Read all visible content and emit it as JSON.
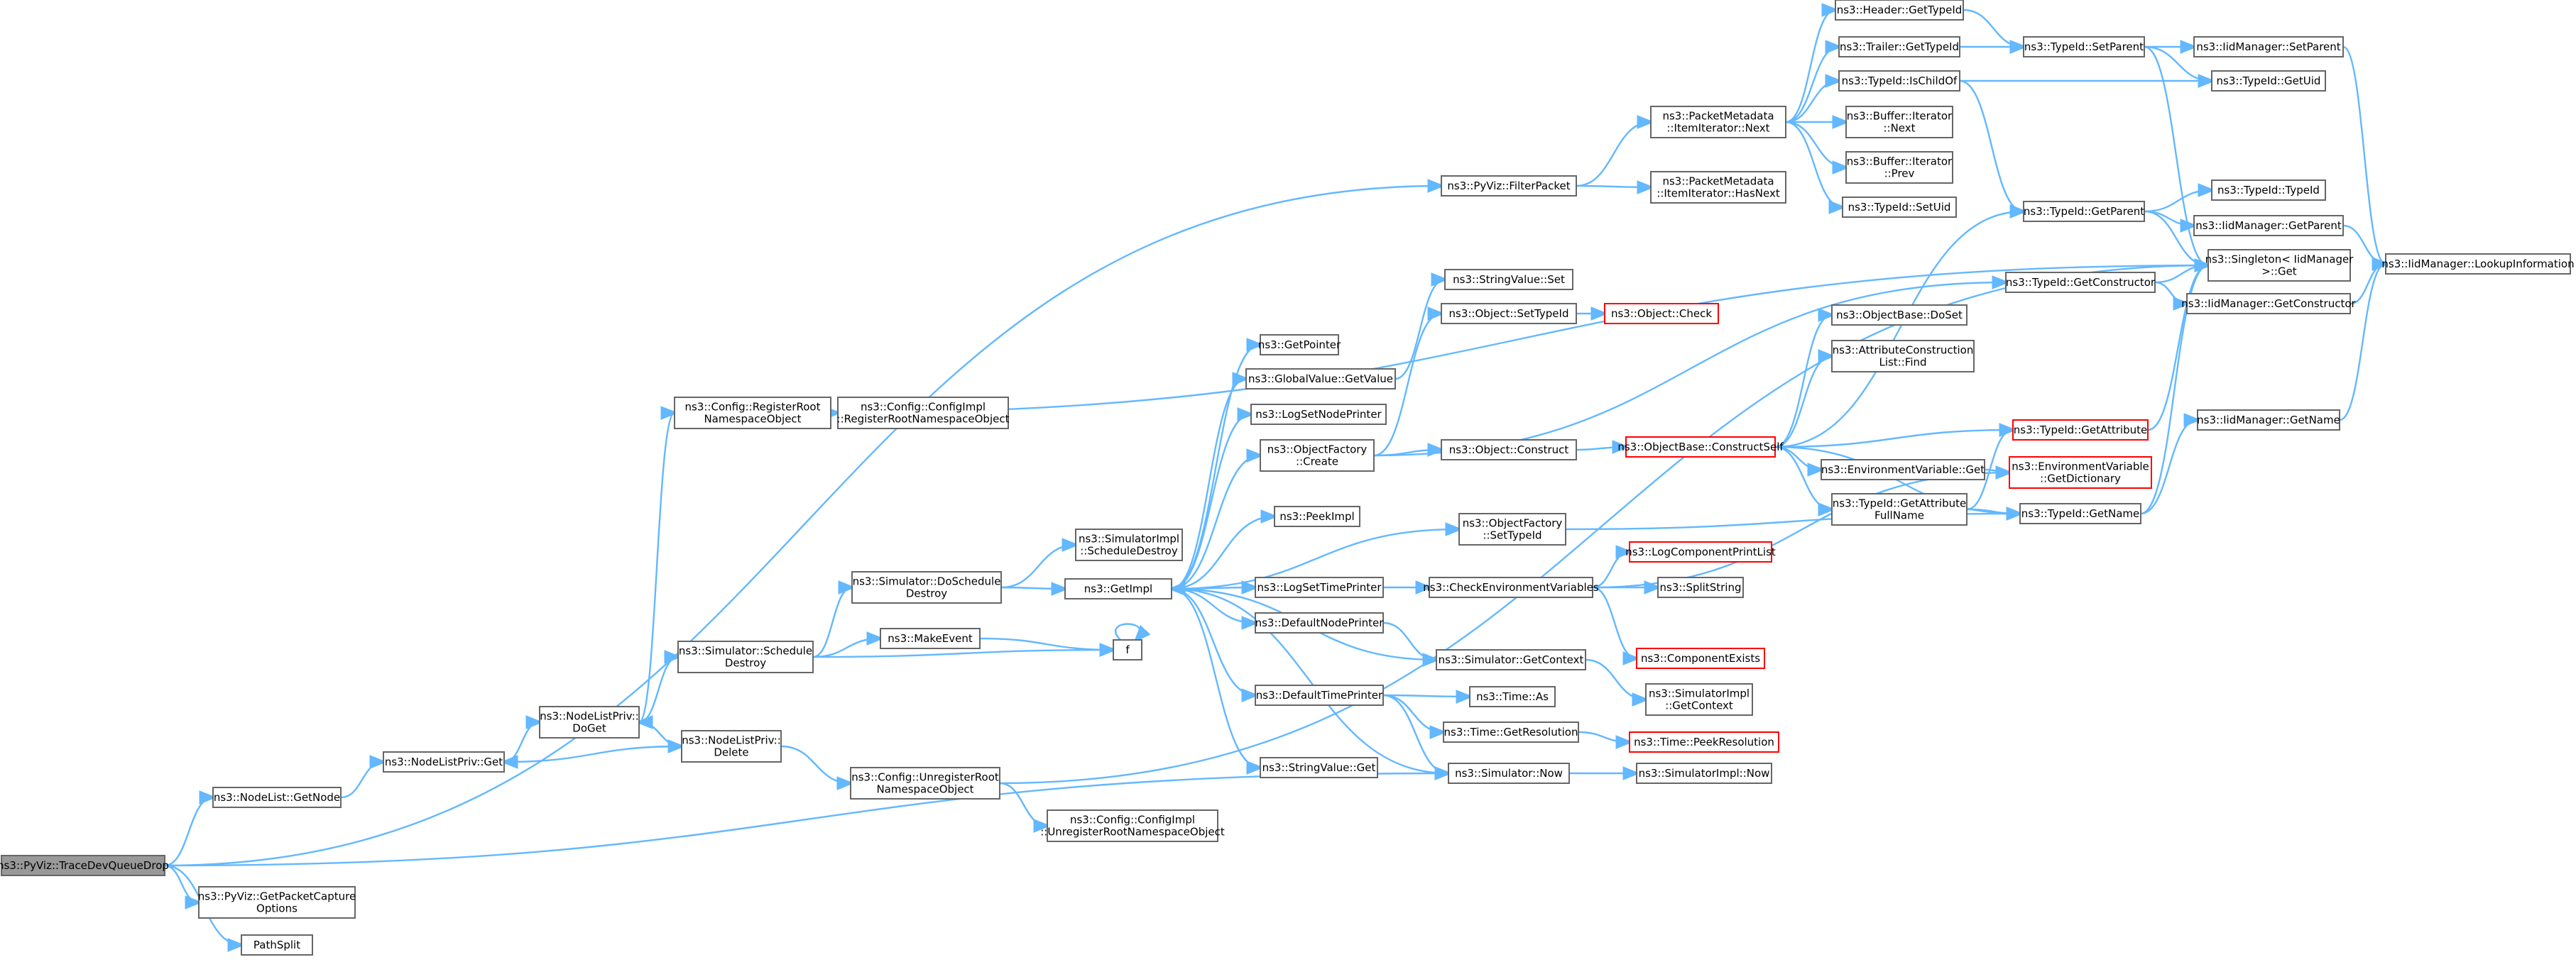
{
  "nodes": [
    {
      "id": "root",
      "lines": [
        "ns3::PyViz::TraceDevQueueDrop"
      ],
      "style": "root"
    },
    {
      "id": "getnode",
      "lines": [
        "ns3::NodeList::GetNode"
      ]
    },
    {
      "id": "getcapture",
      "lines": [
        "ns3::PyViz::GetPacketCapture",
        "Options"
      ]
    },
    {
      "id": "pathsplit",
      "lines": [
        "PathSplit"
      ]
    },
    {
      "id": "nlp_get",
      "lines": [
        "ns3::NodeListPriv::Get"
      ]
    },
    {
      "id": "nlp_doget",
      "lines": [
        "ns3::NodeListPriv::",
        "DoGet"
      ]
    },
    {
      "id": "nlp_delete",
      "lines": [
        "ns3::NodeListPriv::",
        "Delete"
      ]
    },
    {
      "id": "cfg_register",
      "lines": [
        "ns3::Config::RegisterRoot",
        "NamespaceObject"
      ]
    },
    {
      "id": "cfgimpl_register",
      "lines": [
        "ns3::Config::ConfigImpl",
        "::RegisterRootNamespaceObject"
      ]
    },
    {
      "id": "sim_schedule",
      "lines": [
        "ns3::Simulator::Schedule",
        "Destroy"
      ]
    },
    {
      "id": "sim_doschedule",
      "lines": [
        "ns3::Simulator::DoSchedule",
        "Destroy"
      ]
    },
    {
      "id": "makeevent",
      "lines": [
        "ns3::MakeEvent"
      ]
    },
    {
      "id": "f",
      "lines": [
        "f"
      ]
    },
    {
      "id": "cfg_unregister",
      "lines": [
        "ns3::Config::UnregisterRoot",
        "NamespaceObject"
      ]
    },
    {
      "id": "cfgimpl_unregister",
      "lines": [
        "ns3::Config::ConfigImpl",
        "::UnregisterRootNamespaceObject"
      ]
    },
    {
      "id": "simimpl_sched",
      "lines": [
        "ns3::SimulatorImpl",
        "::ScheduleDestroy"
      ]
    },
    {
      "id": "getimpl",
      "lines": [
        "ns3::GetImpl"
      ]
    },
    {
      "id": "getpointer",
      "lines": [
        "ns3::GetPointer"
      ]
    },
    {
      "id": "gv_getvalue",
      "lines": [
        "ns3::GlobalValue::GetValue"
      ]
    },
    {
      "id": "logsetnode",
      "lines": [
        "ns3::LogSetNodePrinter"
      ]
    },
    {
      "id": "objfactory_create",
      "lines": [
        "ns3::ObjectFactory",
        "::Create"
      ]
    },
    {
      "id": "peekimpl",
      "lines": [
        "ns3::PeekImpl"
      ]
    },
    {
      "id": "logsettime",
      "lines": [
        "ns3::LogSetTimePrinter"
      ]
    },
    {
      "id": "defnodeprinter",
      "lines": [
        "ns3::DefaultNodePrinter"
      ]
    },
    {
      "id": "deftimeprinter",
      "lines": [
        "ns3::DefaultTimePrinter"
      ]
    },
    {
      "id": "stringvalue_get",
      "lines": [
        "ns3::StringValue::Get"
      ]
    },
    {
      "id": "stringvalue_set",
      "lines": [
        "ns3::StringValue::Set"
      ]
    },
    {
      "id": "obj_settypeid",
      "lines": [
        "ns3::Object::SetTypeId"
      ]
    },
    {
      "id": "obj_check",
      "lines": [
        "ns3::Object::Check"
      ],
      "style": "red"
    },
    {
      "id": "obj_construct",
      "lines": [
        "ns3::Object::Construct"
      ]
    },
    {
      "id": "objfactory_settypeid",
      "lines": [
        "ns3::ObjectFactory",
        "::SetTypeId"
      ]
    },
    {
      "id": "checkenv",
      "lines": [
        "ns3::CheckEnvironmentVariables"
      ]
    },
    {
      "id": "sim_getcontext",
      "lines": [
        "ns3::Simulator::GetContext"
      ]
    },
    {
      "id": "time_as",
      "lines": [
        "ns3::Time::As"
      ]
    },
    {
      "id": "time_getres",
      "lines": [
        "ns3::Time::GetResolution"
      ]
    },
    {
      "id": "sim_now",
      "lines": [
        "ns3::Simulator::Now"
      ]
    },
    {
      "id": "logcompprint",
      "lines": [
        "ns3::LogComponentPrintList"
      ],
      "style": "red"
    },
    {
      "id": "splitstring",
      "lines": [
        "ns3::SplitString"
      ]
    },
    {
      "id": "compexists",
      "lines": [
        "ns3::ComponentExists"
      ],
      "style": "red"
    },
    {
      "id": "simimpl_getctx",
      "lines": [
        "ns3::SimulatorImpl",
        "::GetContext"
      ]
    },
    {
      "id": "time_peekres",
      "lines": [
        "ns3::Time::PeekResolution"
      ],
      "style": "red"
    },
    {
      "id": "simimpl_now",
      "lines": [
        "ns3::SimulatorImpl::Now"
      ]
    },
    {
      "id": "objbase_construct",
      "lines": [
        "ns3::ObjectBase::ConstructSelf"
      ],
      "style": "red"
    },
    {
      "id": "objbase_doset",
      "lines": [
        "ns3::ObjectBase::DoSet"
      ]
    },
    {
      "id": "attrconst_find",
      "lines": [
        "ns3::AttributeConstruction",
        "List::Find"
      ]
    },
    {
      "id": "envvar_get",
      "lines": [
        "ns3::EnvironmentVariable::Get"
      ]
    },
    {
      "id": "typeid_getattrfull",
      "lines": [
        "ns3::TypeId::GetAttribute",
        "FullName"
      ]
    },
    {
      "id": "pyviz_filter",
      "lines": [
        "ns3::PyViz::FilterPacket"
      ]
    },
    {
      "id": "pm_next",
      "lines": [
        "ns3::PacketMetadata",
        "::ItemIterator::Next"
      ]
    },
    {
      "id": "pm_hasnext",
      "lines": [
        "ns3::PacketMetadata",
        "::ItemIterator::HasNext"
      ]
    },
    {
      "id": "header_gettypeid",
      "lines": [
        "ns3::Header::GetTypeId"
      ]
    },
    {
      "id": "trailer_gettypeid",
      "lines": [
        "ns3::Trailer::GetTypeId"
      ]
    },
    {
      "id": "typeid_ischildof",
      "lines": [
        "ns3::TypeId::IsChildOf"
      ]
    },
    {
      "id": "buffer_next",
      "lines": [
        "ns3::Buffer::Iterator",
        "::Next"
      ]
    },
    {
      "id": "buffer_prev",
      "lines": [
        "ns3::Buffer::Iterator",
        "::Prev"
      ]
    },
    {
      "id": "typeid_setuid",
      "lines": [
        "ns3::TypeId::SetUid"
      ]
    },
    {
      "id": "typeid_setparent",
      "lines": [
        "ns3::TypeId::SetParent"
      ]
    },
    {
      "id": "typeid_getparent",
      "lines": [
        "ns3::TypeId::GetParent"
      ]
    },
    {
      "id": "typeid_getconstructor",
      "lines": [
        "ns3::TypeId::GetConstructor"
      ]
    },
    {
      "id": "typeid_getattribute",
      "lines": [
        "ns3::TypeId::GetAttribute"
      ],
      "style": "red"
    },
    {
      "id": "envvar_getdict",
      "lines": [
        "ns3::EnvironmentVariable",
        "::GetDictionary"
      ],
      "style": "red"
    },
    {
      "id": "typeid_getname",
      "lines": [
        "ns3::TypeId::GetName"
      ]
    },
    {
      "id": "singleton_get",
      "lines": [
        "ns3::Singleton< IidManager",
        " >::Get"
      ]
    },
    {
      "id": "iid_setparent",
      "lines": [
        "ns3::IidManager::SetParent"
      ]
    },
    {
      "id": "typeid_getuid",
      "lines": [
        "ns3::TypeId::GetUid"
      ]
    },
    {
      "id": "typeid_typeid",
      "lines": [
        "ns3::TypeId::TypeId"
      ]
    },
    {
      "id": "iid_getparent",
      "lines": [
        "ns3::IidManager::GetParent"
      ]
    },
    {
      "id": "iid_getconstructor",
      "lines": [
        "ns3::IidManager::GetConstructor"
      ]
    },
    {
      "id": "iid_getname",
      "lines": [
        "ns3::IidManager::GetName"
      ]
    },
    {
      "id": "iid_lookup",
      "lines": [
        "ns3::IidManager::LookupInformation"
      ]
    }
  ],
  "edges": [
    [
      "root",
      "getnode"
    ],
    [
      "root",
      "getcapture"
    ],
    [
      "root",
      "pathsplit"
    ],
    [
      "root",
      "pyviz_filter"
    ],
    [
      "root",
      "sim_now"
    ],
    [
      "getnode",
      "nlp_get"
    ],
    [
      "nlp_get",
      "nlp_doget"
    ],
    [
      "nlp_doget",
      "cfg_register"
    ],
    [
      "nlp_doget",
      "sim_schedule"
    ],
    [
      "nlp_doget",
      "nlp_delete"
    ],
    [
      "nlp_delete",
      "nlp_doget"
    ],
    [
      "nlp_delete",
      "nlp_get"
    ],
    [
      "nlp_delete",
      "cfg_unregister"
    ],
    [
      "cfg_register",
      "cfgimpl_register"
    ],
    [
      "cfg_register",
      "singleton_get"
    ],
    [
      "sim_schedule",
      "sim_doschedule"
    ],
    [
      "sim_schedule",
      "makeevent"
    ],
    [
      "sim_schedule",
      "f"
    ],
    [
      "sim_doschedule",
      "simimpl_sched"
    ],
    [
      "sim_doschedule",
      "getimpl"
    ],
    [
      "makeevent",
      "f"
    ],
    [
      "f",
      "f"
    ],
    [
      "cfg_unregister",
      "cfgimpl_unregister"
    ],
    [
      "cfg_unregister",
      "singleton_get"
    ],
    [
      "getimpl",
      "getpointer"
    ],
    [
      "getimpl",
      "gv_getvalue"
    ],
    [
      "getimpl",
      "logsetnode"
    ],
    [
      "getimpl",
      "objfactory_create"
    ],
    [
      "getimpl",
      "peekimpl"
    ],
    [
      "getimpl",
      "objfactory_settypeid"
    ],
    [
      "getimpl",
      "logsettime"
    ],
    [
      "getimpl",
      "defnodeprinter"
    ],
    [
      "getimpl",
      "deftimeprinter"
    ],
    [
      "getimpl",
      "stringvalue_get"
    ],
    [
      "gv_getvalue",
      "stringvalue_set"
    ],
    [
      "objfactory_create",
      "obj_settypeid"
    ],
    [
      "objfactory_create",
      "obj_construct"
    ],
    [
      "objfactory_create",
      "typeid_getconstructor"
    ],
    [
      "obj_settypeid",
      "obj_check"
    ],
    [
      "obj_construct",
      "objbase_construct"
    ],
    [
      "objfactory_settypeid",
      "typeid_getname"
    ],
    [
      "logsettime",
      "checkenv"
    ],
    [
      "checkenv",
      "logcompprint"
    ],
    [
      "checkenv",
      "splitstring"
    ],
    [
      "checkenv",
      "compexists"
    ],
    [
      "checkenv",
      "envvar_getdict"
    ],
    [
      "defnodeprinter",
      "sim_getcontext"
    ],
    [
      "sim_getcontext",
      "simimpl_getctx"
    ],
    [
      "sim_getcontext",
      "getimpl"
    ],
    [
      "deftimeprinter",
      "time_as"
    ],
    [
      "deftimeprinter",
      "time_getres"
    ],
    [
      "deftimeprinter",
      "sim_now"
    ],
    [
      "time_getres",
      "time_peekres"
    ],
    [
      "sim_now",
      "simimpl_now"
    ],
    [
      "sim_now",
      "getimpl"
    ],
    [
      "objbase_construct",
      "objbase_doset"
    ],
    [
      "objbase_construct",
      "attrconst_find"
    ],
    [
      "objbase_construct",
      "envvar_get"
    ],
    [
      "objbase_construct",
      "typeid_getattrfull"
    ],
    [
      "objbase_construct",
      "typeid_getattribute"
    ],
    [
      "objbase_construct",
      "typeid_getname"
    ],
    [
      "objbase_construct",
      "typeid_getparent"
    ],
    [
      "envvar_get",
      "envvar_getdict"
    ],
    [
      "typeid_getattrfull",
      "typeid_getattribute"
    ],
    [
      "typeid_getattrfull",
      "typeid_getname"
    ],
    [
      "pyviz_filter",
      "pm_next"
    ],
    [
      "pyviz_filter",
      "pm_hasnext"
    ],
    [
      "pm_next",
      "header_gettypeid"
    ],
    [
      "pm_next",
      "trailer_gettypeid"
    ],
    [
      "pm_next",
      "typeid_ischildof"
    ],
    [
      "pm_next",
      "buffer_next"
    ],
    [
      "pm_next",
      "buffer_prev"
    ],
    [
      "pm_next",
      "typeid_setuid"
    ],
    [
      "header_gettypeid",
      "typeid_setparent"
    ],
    [
      "trailer_gettypeid",
      "typeid_setparent"
    ],
    [
      "typeid_ischildof",
      "typeid_getparent"
    ],
    [
      "typeid_ischildof",
      "typeid_getuid"
    ],
    [
      "typeid_setparent",
      "iid_setparent"
    ],
    [
      "typeid_setparent",
      "typeid_getuid"
    ],
    [
      "typeid_setparent",
      "singleton_get"
    ],
    [
      "typeid_getparent",
      "typeid_typeid"
    ],
    [
      "typeid_getparent",
      "iid_getparent"
    ],
    [
      "typeid_getparent",
      "singleton_get"
    ],
    [
      "typeid_getconstructor",
      "singleton_get"
    ],
    [
      "typeid_getconstructor",
      "iid_getconstructor"
    ],
    [
      "typeid_getattribute",
      "singleton_get"
    ],
    [
      "typeid_getname",
      "singleton_get"
    ],
    [
      "typeid_getname",
      "iid_getname"
    ],
    [
      "iid_setparent",
      "iid_lookup"
    ],
    [
      "iid_getparent",
      "iid_lookup"
    ],
    [
      "iid_getconstructor",
      "iid_lookup"
    ],
    [
      "iid_getname",
      "iid_lookup"
    ]
  ]
}
